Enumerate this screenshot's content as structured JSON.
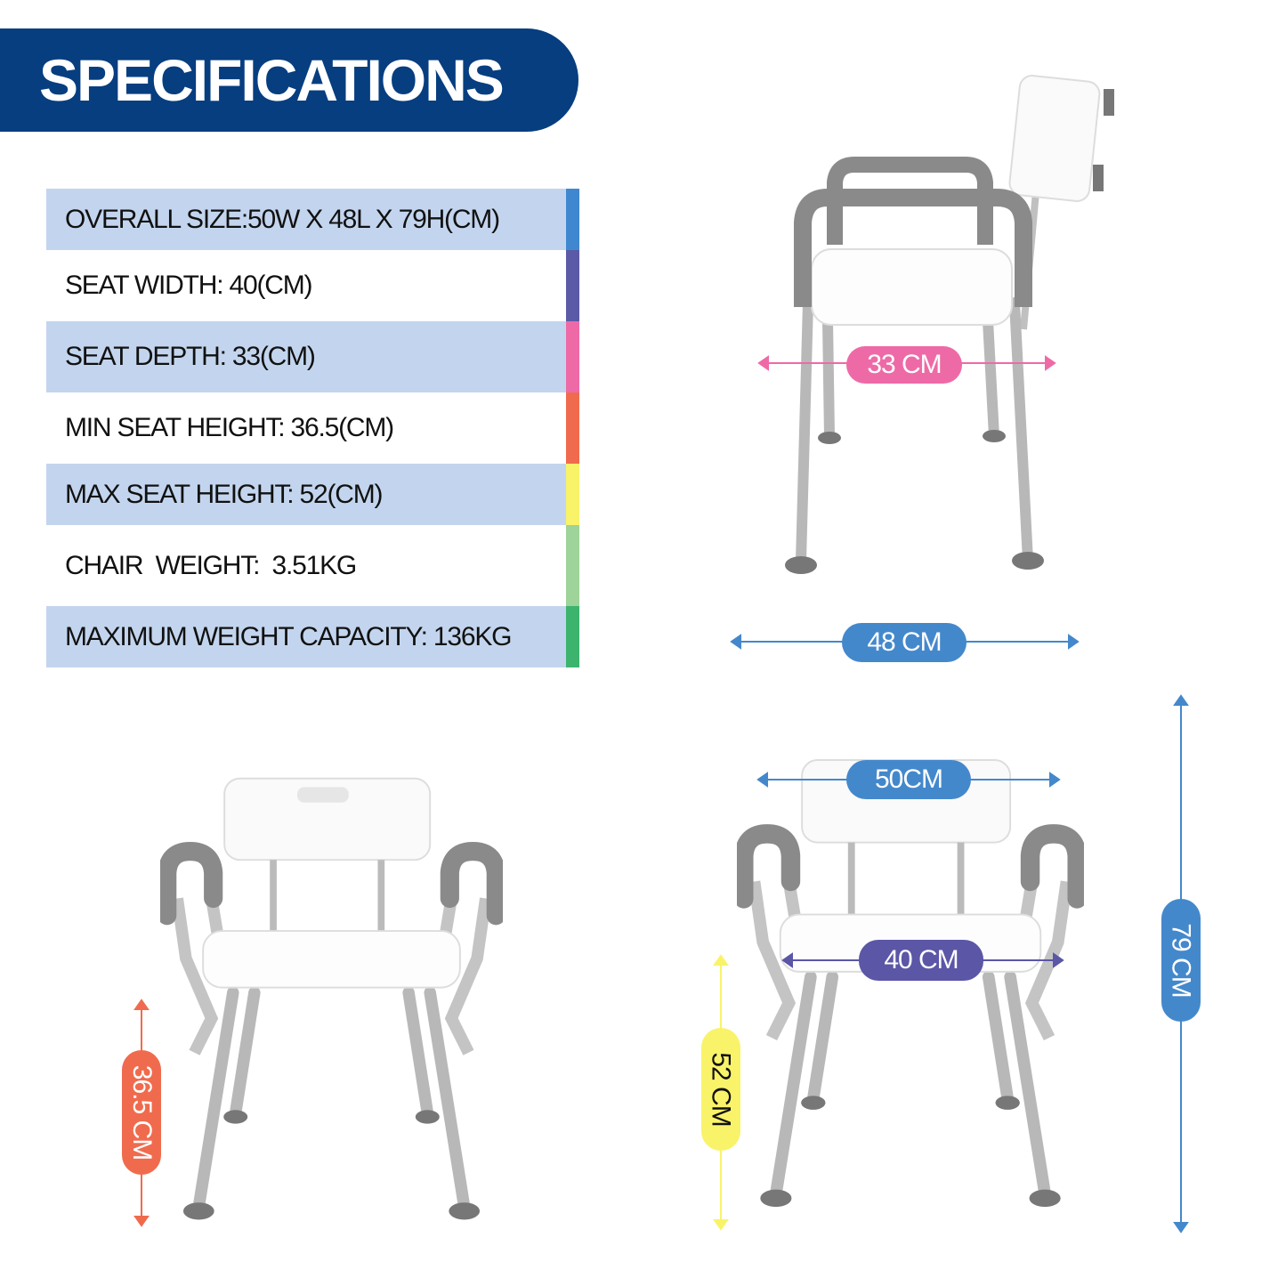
{
  "header": {
    "title": "SPECIFICATIONS"
  },
  "specs": [
    {
      "label": "OVERALL SIZE:50W X 48L X 79H(CM)",
      "color": "#3f88cf"
    },
    {
      "label": "SEAT WIDTH: 40(CM)",
      "color": "#5b5aa6"
    },
    {
      "label": "SEAT DEPTH: 33(CM)",
      "color": "#ee6aa7"
    },
    {
      "label": "MIN SEAT HEIGHT: 36.5(CM)",
      "color": "#f06b4d"
    },
    {
      "label": "MAX SEAT HEIGHT: 52(CM)",
      "color": "#f9f36a"
    },
    {
      "label": "CHAIR  WEIGHT:  3.51KG",
      "color": "#9ed39a"
    },
    {
      "label": "MAXIMUM WEIGHT CAPACITY: 136KG",
      "color": "#3cb46e"
    }
  ],
  "dimensions": {
    "depth": {
      "label": "33 CM",
      "color": "#ee6aa7"
    },
    "length": {
      "label": "48 CM",
      "color": "#4488cc"
    },
    "width": {
      "label": "50CM",
      "color": "#4488cc"
    },
    "seat_width": {
      "label": "40 CM",
      "color": "#5b56a6"
    },
    "height": {
      "label": "79 CM",
      "color": "#4488cc"
    },
    "max_seat": {
      "label": "52 CM",
      "color": "#f9f36a"
    },
    "min_seat": {
      "label": "36.5 CM",
      "color": "#f06b4d"
    }
  }
}
